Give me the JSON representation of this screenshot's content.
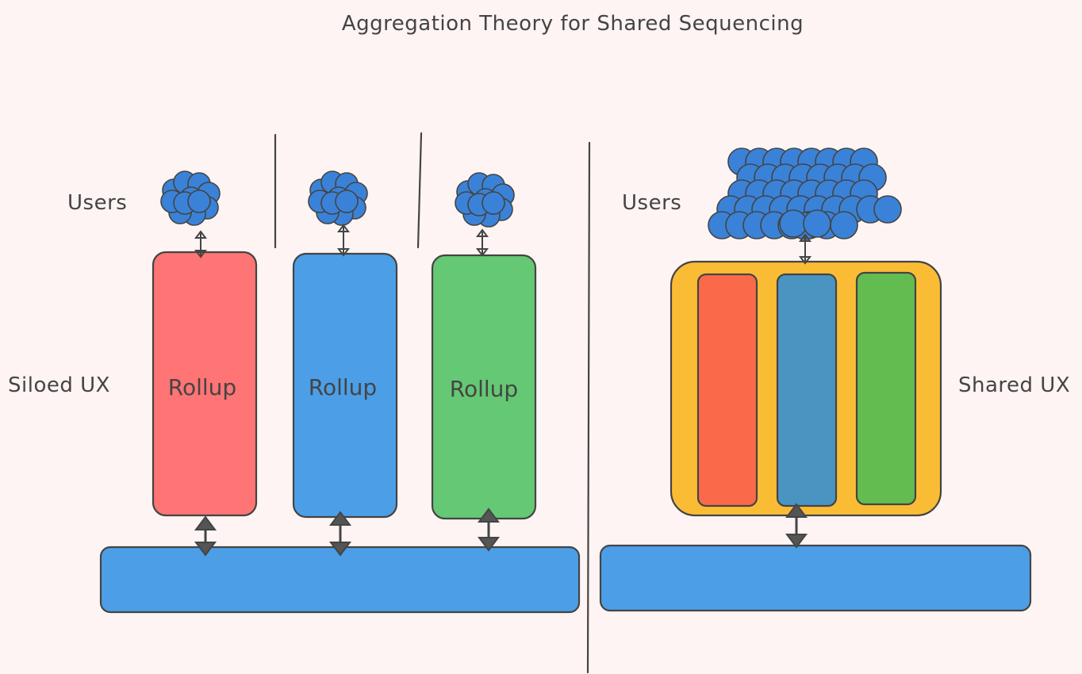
{
  "diagram": {
    "title": "Aggregation Theory for Shared Sequencing",
    "left": {
      "users_label": "Users",
      "side_label": "Siloed UX",
      "rollups": [
        {
          "label": "Rollup",
          "color": "#ff7474"
        },
        {
          "label": "Rollup",
          "color": "#4c9fe6"
        },
        {
          "label": "Rollup",
          "color": "#65c874"
        }
      ],
      "base_color": "#4c9fe6"
    },
    "right": {
      "users_label": "Users",
      "side_label": "Shared UX",
      "container_color": "#fbbc35",
      "lanes": [
        {
          "color": "#fa6a4a"
        },
        {
          "color": "#4a94c2"
        },
        {
          "color": "#63bc4f"
        }
      ],
      "base_color": "#4c9fe6"
    },
    "colors": {
      "user_blob": "#3a82d8",
      "stroke": "#444444",
      "background": "#fdf4f3"
    }
  }
}
